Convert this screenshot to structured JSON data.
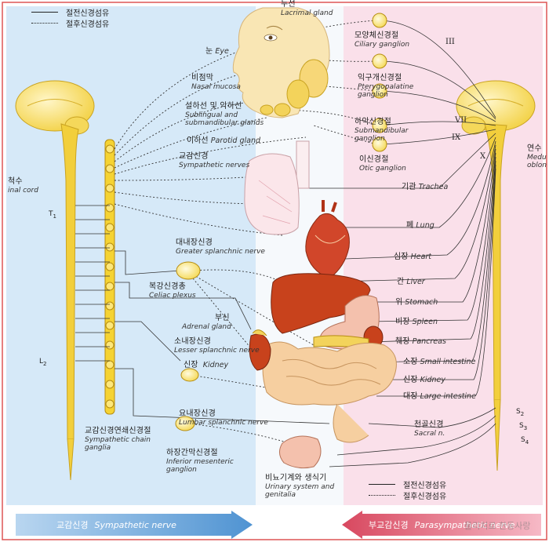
{
  "legend_top": {
    "pre_label": "절전신경섬유",
    "post_label": "절후신경섬유"
  },
  "legend_bottom": {
    "pre_label": "절전신경섬유",
    "post_label": "절후신경섬유"
  },
  "sympathetic_side": {
    "spinal_cord": {
      "ko": "척수",
      "en": "inal cord"
    },
    "t1": "T",
    "t1_sub": "1",
    "l2": "L",
    "l2_sub": "2",
    "sympathetic_nerves": {
      "ko": "교감신경",
      "en": "Sympathetic nerves"
    },
    "greater_splanchnic": {
      "ko": "대내장신경",
      "en": "Greater splanchnic nerve"
    },
    "celiac_plexus": {
      "ko": "복강신경총",
      "en": "Celiac plexus"
    },
    "adrenal_gland": {
      "ko": "부신",
      "en": "Adrenal gland"
    },
    "lesser_splanchnic": {
      "ko": "소내장신경",
      "en": "Lesser splanchnic nerve"
    },
    "kidney": {
      "ko": "신장",
      "en": "Kidney"
    },
    "lumbar_splanchnic": {
      "ko": "요내장신경",
      "en": "Lumbar splanchnic nerve"
    },
    "chain_ganglia": {
      "ko": "교감신경연쇄신경절",
      "en1": "Sympathetic chain",
      "en2": "ganglia"
    },
    "inferior_mesenteric": {
      "ko": "하장간막신경절",
      "en1": "Inferior mesenteric",
      "en2": "ganglion"
    }
  },
  "head_targets": {
    "lacrimal": {
      "ko": "누선",
      "en": "Lacrimal gland"
    },
    "eye": {
      "ko": "눈",
      "en": "Eye"
    },
    "nasal": {
      "ko": "비점막",
      "en": "Nasal mucosa"
    },
    "sub_glands": {
      "ko": "설하선 및 악하선",
      "en1": "Sublingual and",
      "en2": "submandibular glands"
    },
    "parotid": {
      "ko": "이하선",
      "en": "Parotid gland"
    }
  },
  "parasympathetic_ganglia": {
    "ciliary": {
      "ko": "모양체신경절",
      "en": "Ciliary ganglion"
    },
    "pterygopalatine": {
      "ko": "익구개신경절",
      "en1": "Pterygopalatine",
      "en2": "ganglion"
    },
    "submandibular": {
      "ko": "하악신경절",
      "en1": "Submandibular",
      "en2": "ganglion"
    },
    "otic": {
      "ko": "이신경절",
      "en": "Otic ganglion"
    }
  },
  "cranial_nerves": [
    "III",
    "VII",
    "IX",
    "X"
  ],
  "medulla": {
    "ko": "연수",
    "en1": "Medu",
    "en2": "oblon"
  },
  "organs": [
    {
      "ko": "기관",
      "en": "Trachea"
    },
    {
      "ko": "폐",
      "en": "Lung"
    },
    {
      "ko": "심장",
      "en": "Heart"
    },
    {
      "ko": "간",
      "en": "Liver"
    },
    {
      "ko": "위",
      "en": "Stomach"
    },
    {
      "ko": "비장",
      "en": "Spleen"
    },
    {
      "ko": "췌장",
      "en": "Pancreas"
    },
    {
      "ko": "소장",
      "en": "Small intestine"
    },
    {
      "ko": "신장",
      "en": "Kidney"
    },
    {
      "ko": "대장",
      "en": "Large intestine"
    }
  ],
  "sacral": {
    "ko": "천골신경",
    "en": "Sacral n."
  },
  "sacral_levels": [
    {
      "base": "S",
      "sub": "2"
    },
    {
      "base": "S",
      "sub": "3"
    },
    {
      "base": "S",
      "sub": "4"
    }
  ],
  "urinary": {
    "ko": "비뇨기계와 생식기",
    "en1": "Urinary system and",
    "en2": "genitalia"
  },
  "bottom_bar": {
    "sympathetic": {
      "ko": "교감신경",
      "en": "Sympathetic nerve"
    },
    "parasympathetic": {
      "ko": "부교감신경",
      "en": "Parasympathetic nerve"
    }
  },
  "watermark": "물리치료 한동사랑",
  "colors": {
    "sympathetic_bg": "#d9ebf9",
    "parasympathetic_bg": "#fbe3ec",
    "spinal_yellow": "#f2cf3c",
    "organ_red": "#c8421c",
    "arrow_blue": "#6aa6db",
    "arrow_red": "#e2607a"
  }
}
